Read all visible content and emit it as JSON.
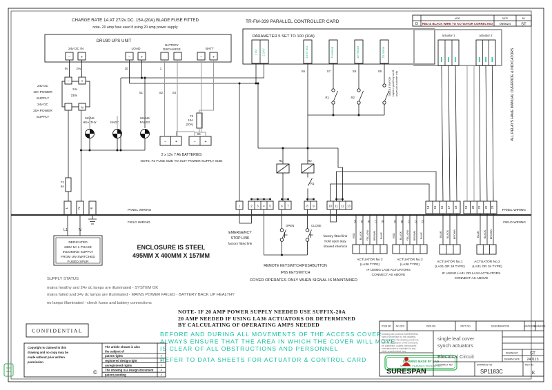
{
  "colors": {
    "teal_label": "#2fbfa2",
    "warning_green": "#12bfa0",
    "badge_green": "#2ab04b",
    "revision_red": "#8a1a1a",
    "logo_red": "#cc1f1f"
  },
  "symbols": {
    "minus": "−",
    "plus": "+",
    "copyright": "©",
    "tick": "✓"
  },
  "notes_top": {
    "line1": "CHARGE RATE 1A AT 27/2v DC. 15A (20A) BLADE FUSE FITTED",
    "line2": "note- 20 amp fuse used if using 20 amp power supply"
  },
  "ups": {
    "title": "DRU30 UPS UNIT",
    "t1": "24v DC IN",
    "t2": "LOAD",
    "t3a": "BATTERY",
    "t3b": "DISCHARGE",
    "t4": "BATT",
    "w0v": "0v",
    "w24v": "24v",
    "w20": "20",
    "w1": "1"
  },
  "psu": {
    "lines": [
      "24v DC",
      "10A POWER",
      "SUPPLY",
      "24v DC",
      "20A POWER",
      "SUPPLY"
    ],
    "v24": "24v",
    "v230": "230v",
    "n": "N"
  },
  "lamps": {
    "l1a": "MAINS",
    "l1b": "HEALTHY",
    "l2": "24vDC",
    "l3a": "MAINS",
    "l3b": "FAILED"
  },
  "swires": {
    "s1": "S1",
    "s2": "S2",
    "s3": "S3",
    "s4": "S4",
    "s5": "S5",
    "s6": "S6",
    "s7": "S7",
    "s8": "S8",
    "s9": "S9"
  },
  "battery": {
    "f2": [
      "F2",
      "10A",
      "(20A)"
    ],
    "label": "2 x 12v 7 Ah BATTERIES",
    "note": "NOTE: F2 FUSE SIZE TO SUIT POWER SUPPLY SIZE"
  },
  "fuse_f1": [
    "F1",
    "5A"
  ],
  "card": {
    "title": "TR-FM-339 PARALLEL CONTROLLER CARD",
    "param": "PARAMETER 5 SET TO 100 (10A)",
    "terms": [
      "1  0V",
      "2  24V",
      "14  5v out",
      "9  extend",
      "10  retract",
      "15  home"
    ],
    "toggle": [
      "TOGGLE SWITCH",
      "keyed or panel key can fit",
      "as per job customer only"
    ]
  },
  "relays": {
    "r1": "R1",
    "r2": "R2",
    "c1": "R1",
    "c2": "R2",
    "c_under": "R1"
  },
  "terminals": {
    "mid": [
      "1",
      "2",
      "3",
      "4",
      "5",
      "6",
      "7",
      "8",
      "9",
      "10",
      "11",
      "12",
      "13"
    ],
    "right1": [
      "14",
      "15",
      "16",
      "17",
      "18"
    ],
    "right2": [
      "19",
      "20",
      "21",
      "22",
      "23"
    ],
    "left": [
      "L",
      "N",
      "E"
    ],
    "l1": "L1",
    "n": "N"
  },
  "wiring": {
    "panel": "PANEL WIRING",
    "field": "FIELD WIRING"
  },
  "emergency": [
    "EMERGENCY",
    "STOP LINK",
    "factory fitted link"
  ],
  "buttons": {
    "open": "OPEN",
    "close": "CLOSE"
  },
  "factory_link": [
    "factory fitted link",
    "hold open stay",
    "stowed interlock"
  ],
  "remote": [
    "REMOTE KEYSWITCH/PUSHBUTTON",
    "IP65 KEYSWITCH"
  ],
  "cover_note": "COVER OPERATES ONLY WHEN SIGNAL IS MAINTAINED",
  "la36": {
    "colors": [
      "RED",
      "BLACK",
      "YELLOW",
      "BROWN",
      "BLUE"
    ],
    "label1": [
      "ACTUATOR No 2",
      "(LA36 TYPE)"
    ],
    "label2": [
      "ACTUATOR No.2",
      "(LA36 TYPE)"
    ],
    "note": [
      "IF USING LA36 ACTUATORS",
      "CONNECT AS ABOVE"
    ]
  },
  "la31": {
    "colors": [
      "BLUE",
      "BLACK",
      "BROWN"
    ],
    "label1": [
      "ACTUATOR No.1",
      "(LA31 OR 34 TYPE)"
    ],
    "label2": [
      "ACTUATOR No.2",
      "(LA31 OR 34 TYPE)"
    ],
    "note": [
      "IF USING LA31 OR LA34 ACTUATORS",
      "CONNECT AS ABOVE"
    ]
  },
  "actuators_top": {
    "a1": "actuator 1",
    "a2": "actuator 2"
  },
  "side_note": "ALL RELAYS HAVE MANUAL OVERRIDE & INDICATORS",
  "incoming": [
    "DEDICATED",
    "230V 5A 1 PHASE",
    "INCOMING SUPPLY",
    "FROM UN-SWITCHED",
    "FUSED SPUR"
  ],
  "enclosure": [
    "ENCLOSURE IS STEEL",
    "495MM X 400MM X 157MM"
  ],
  "supply_status": {
    "title": "SUPPLY STATUS",
    "lines": [
      "mains healthy and 24v dc lamps are illuminated - SYSTEM OK",
      "mains failed and 24v dc lamps are illuminated - MAINS POWER FAILED - BATTERY BACK UP HEALTHY",
      "no lamps illuminated - check fuses and battery connections"
    ]
  },
  "note20": [
    "NOTE- IF 20 AMP POWER SUPPLY NEEDED USE SUFFIX-20A",
    "20 AMP NEEDED IF USING LA36 ACTUATORS OR DETERMINED",
    "BY CALCULATING OF OPERATING AMPS NEEDED"
  ],
  "warning": {
    "lines": [
      "BEFORE AND DURING ALL MOVEMENTS OF THE ACCESS COVER",
      "ALWAYS ENSURE THAT THE AREA IN WHICH THE COVER WILL MOVE",
      "IS CLEAR OF ALL OBSTRUCTIONS AND PERSONNEL"
    ],
    "refer": "REFER TO DATA SHEETS FOR ACTUATOR & CONTROL CARD"
  },
  "cad_badge": [
    "DRAWING MADE BY CAD",
    "MANUAL CHANGES PROHIBITED"
  ],
  "confidential": "CONFIDENTIAL",
  "copyright": {
    "lines": [
      "Copyright is claimed in this",
      "drawing and no copy may be",
      "made without prior written",
      "permission"
    ],
    "rights_intro": [
      "The article shown is also",
      "the subject of"
    ],
    "rights": [
      "patent rights",
      "registered design right",
      "unregistered rights",
      "The drawing is a design document",
      "patent pending"
    ]
  },
  "titleblock": {
    "headers": [
      "ITEM NO",
      "NO OFF",
      "ORD NO.",
      "PATT NO.",
      "DENOMINATION",
      "MATERIAL",
      "REMARKS"
    ],
    "legal": [
      "Drawing law protects SURESPAN's",
      "right of protection to this drawing.",
      "The design or the drawing must not,",
      "without permission of the company,",
      "be published, copied, reproduced,",
      "manufactured or exploited in any",
      "other unauthorised way."
    ],
    "logo": "SURESPAN",
    "denom": [
      "single leaf cover",
      "synch actuators",
      "Electrical Circuit"
    ],
    "drawn_by_label": "DRAWN BY",
    "drawn_by": "ST",
    "date_label": "DRAWN DATE",
    "date": "240113",
    "contract_label": "CONTRACT NO",
    "drawing_label": "DRAWING NO",
    "drawing_no": "SP1183C",
    "rev_label": "REV No",
    "rev": "E"
  },
  "revision": {
    "h_mod": "MOD",
    "h_date": "DATE",
    "h_by": "BY",
    "rev": "D",
    "desc": "RED & BLACK WIRE TO ACTUATOR CORRECTED",
    "date": "060624",
    "by": "ST"
  }
}
